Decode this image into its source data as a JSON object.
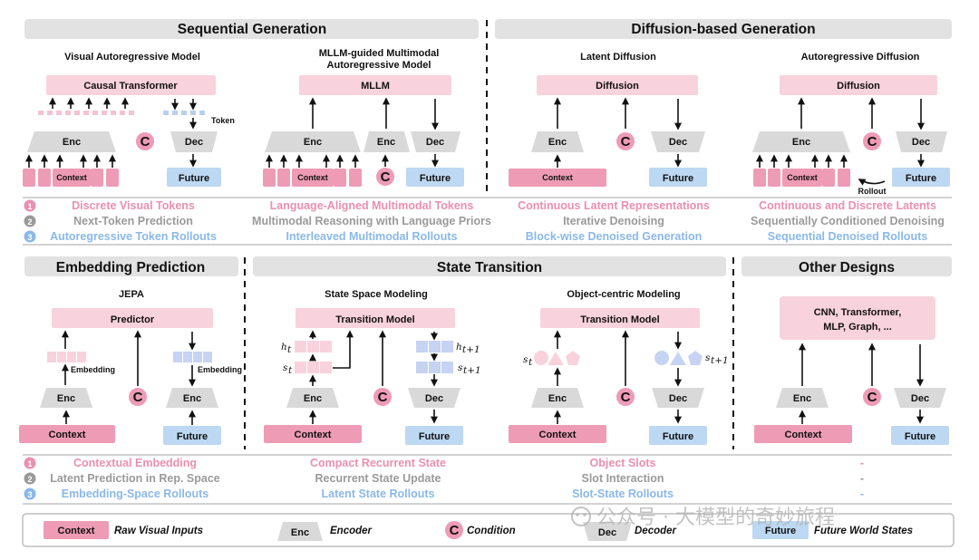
{
  "sections": {
    "sequential": "Sequential Generation",
    "diffusion": "Diffusion-based Generation",
    "embedding": "Embedding Prediction",
    "state": "State Transition",
    "other": "Other Designs"
  },
  "sub": {
    "var": "Visual Autoregressive Model",
    "mllm1": "MLLM-guided Multimodal",
    "mllm2": "Autoregressive Model",
    "latent": "Latent Diffusion",
    "ardiff": "Autoregressive Diffusion",
    "jepa": "JEPA",
    "ssm": "State Space Modeling",
    "oc": "Object-centric Modeling"
  },
  "blocks": {
    "causal": "Causal Transformer",
    "mllm": "MLLM",
    "diffusion": "Diffusion",
    "predictor": "Predictor",
    "transition": "Transition Model",
    "other": "CNN, Transformer,",
    "other2": "MLP, Graph, ...",
    "enc": "Enc",
    "dec": "Dec",
    "context": "Context",
    "future": "Future",
    "c": "C",
    "token": "Token",
    "embedding": "Embedding",
    "rollout": "Rollout"
  },
  "math": {
    "ht": "h",
    "t": "t",
    "st": "s",
    "t1": "t+1"
  },
  "features_top": {
    "numbers": [
      "1",
      "2",
      "3"
    ],
    "seq_var": [
      "Discrete Visual Tokens",
      "Next-Token Prediction",
      "Autoregressive Token Rollouts"
    ],
    "seq_mllm": [
      "Language-Aligned Multimodal Tokens",
      "Multimodal Reasoning with Language Priors",
      "Interleaved Multimodal Rollouts"
    ],
    "latent": [
      "Continuous Latent Representations",
      "Iterative Denoising",
      "Block-wise Denoised Generation"
    ],
    "ardiff": [
      "Continuous and Discrete Latents",
      "Sequentially Conditioned Denoising",
      "Sequential Denoised Rollouts"
    ]
  },
  "features_bottom": {
    "jepa": [
      "Contextual Embedding",
      "Latent Prediction in Rep. Space",
      "Embedding-Space Rollouts"
    ],
    "ssm": [
      "Compact Recurrent State",
      "Recurrent State Update",
      "Latent State Rollouts"
    ],
    "oc": [
      "Object Slots",
      "Slot Interaction",
      "Slot-State Rollouts"
    ],
    "other": [
      "-",
      "-",
      "-"
    ]
  },
  "legend": {
    "context_box": "Context",
    "context_desc": "Raw Visual Inputs",
    "enc_box": "Enc",
    "enc_desc": "Encoder",
    "c_box": "C",
    "c_desc": "Condition",
    "dec_box": "Dec",
    "dec_desc": "Decoder",
    "future_box": "Future",
    "future_desc": "Future World States"
  },
  "watermark": "公众号 · 大模型的奇妙旅程",
  "colors": {
    "pink": "#f8d2dd",
    "pink_dark": "#ee9bb6",
    "blue": "#bcd8f2",
    "gray": "#d9d9d9"
  }
}
